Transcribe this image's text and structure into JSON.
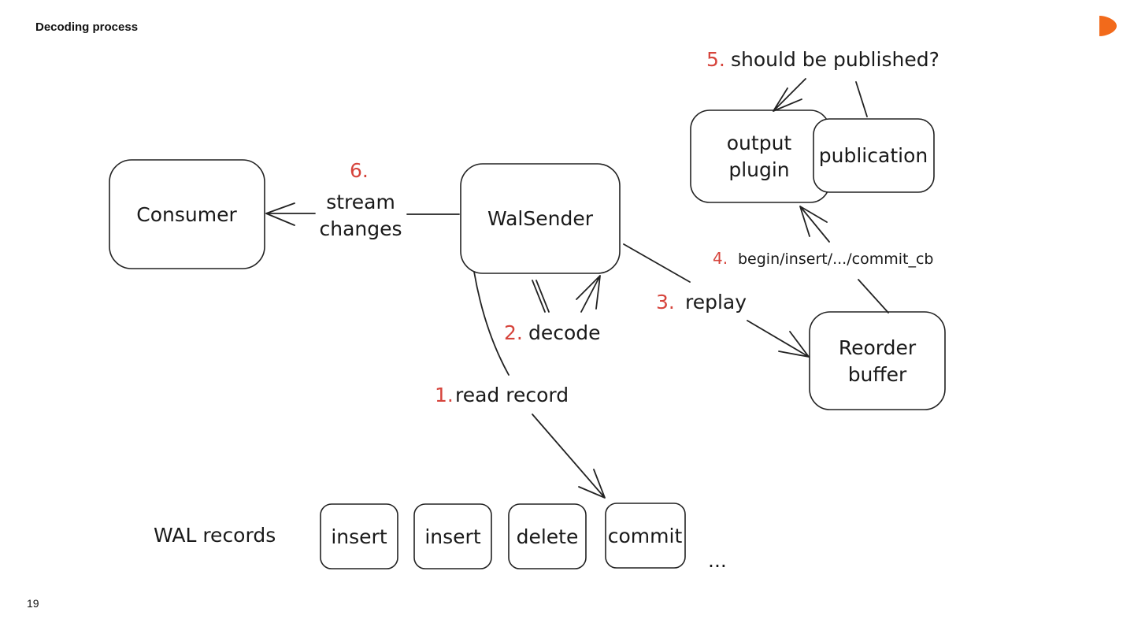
{
  "slide": {
    "title": "Decoding process",
    "page_number": "19",
    "logo_color": "#f26a1b"
  },
  "diagram": {
    "nodes": {
      "consumer": "Consumer",
      "walsender": "WalSender",
      "output_plugin_line1": "output",
      "output_plugin_line2": "plugin",
      "publication": "publication",
      "reorder_buffer_line1": "Reorder",
      "reorder_buffer_line2": "buffer"
    },
    "steps": {
      "s1": {
        "num": "1.",
        "text": "read record"
      },
      "s2": {
        "num": "2.",
        "text": "decode"
      },
      "s3": {
        "num": "3.",
        "text": "replay"
      },
      "s4": {
        "num": "4.",
        "text": "begin/insert/.../commit_cb"
      },
      "s5": {
        "num": "5.",
        "text": "should be published?"
      },
      "s6": {
        "num": "6.",
        "text_line1": "stream",
        "text_line2": "changes"
      }
    },
    "wal": {
      "label": "WAL records",
      "records": [
        "insert",
        "insert",
        "delete",
        "commit"
      ],
      "ellipsis": "..."
    },
    "colors": {
      "step_number": "#d6443c",
      "stroke": "#222222"
    }
  }
}
